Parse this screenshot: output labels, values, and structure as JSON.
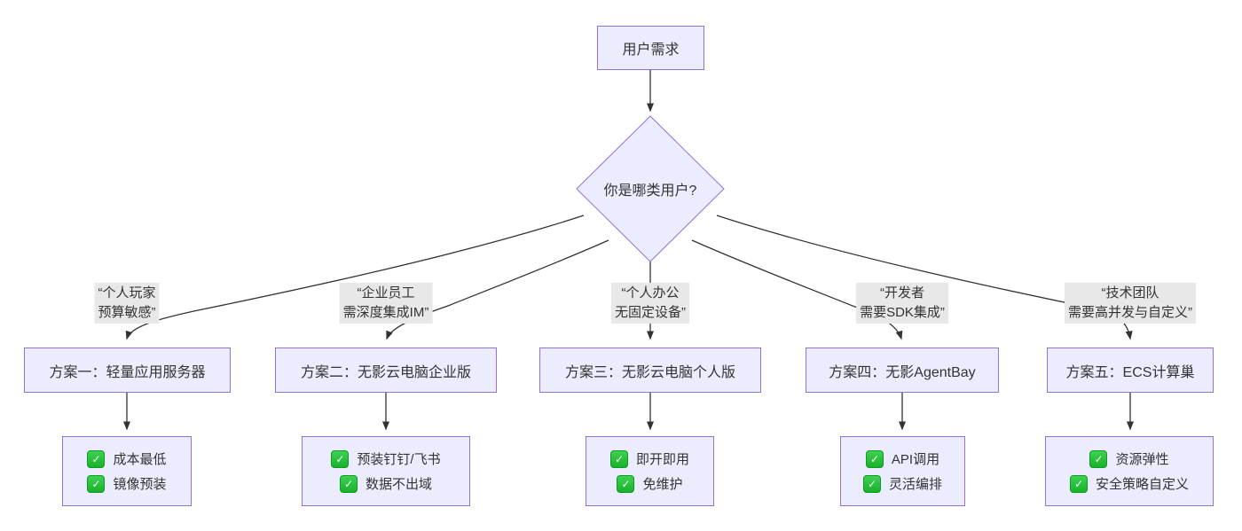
{
  "colors": {
    "node_fill": "#ECECFF",
    "node_border": "#9370DB",
    "edge_label_bg": "#e8e8e8",
    "line": "#333333",
    "check_green": "#1fb52f"
  },
  "icons": {
    "check": "✓"
  },
  "root": {
    "label": "用户需求"
  },
  "decision": {
    "label": "你是哪类用户?"
  },
  "branches": [
    {
      "condition": [
        "“个人玩家",
        "预算敏感”"
      ],
      "solution": "方案一：轻量应用服务器",
      "benefits": [
        "成本最低",
        "镜像预装"
      ]
    },
    {
      "condition": [
        "“企业员工",
        "需深度集成IM”"
      ],
      "solution": "方案二：无影云电脑企业版",
      "benefits": [
        "预装钉钉/飞书",
        "数据不出域"
      ]
    },
    {
      "condition": [
        "“个人办公",
        "无固定设备”"
      ],
      "solution": "方案三：无影云电脑个人版",
      "benefits": [
        "即开即用",
        "免维护"
      ]
    },
    {
      "condition": [
        "“开发者",
        "需要SDK集成”"
      ],
      "solution": "方案四：无影AgentBay",
      "benefits": [
        "API调用",
        "灵活编排"
      ]
    },
    {
      "condition": [
        "“技术团队",
        "需要高并发与自定义”"
      ],
      "solution": "方案五：ECS计算巢",
      "benefits": [
        "资源弹性",
        "安全策略自定义"
      ]
    }
  ]
}
